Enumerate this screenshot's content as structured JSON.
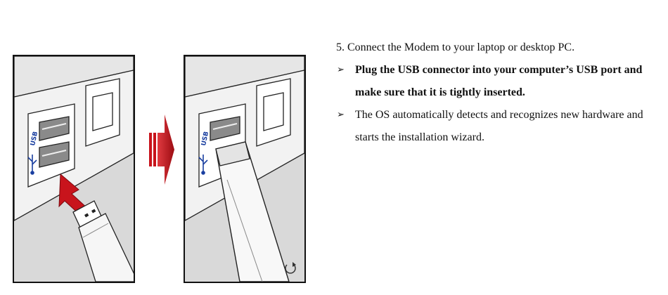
{
  "instructions": {
    "step_heading": "5. Connect the Modem to your laptop or desktop PC.",
    "bullets": [
      {
        "text": "Plug the USB connector into your computer’s USB port and make sure that it is tightly inserted.",
        "emphasis": true
      },
      {
        "text": "The OS automatically detects and recognizes new hardware and starts the installation wizard.",
        "emphasis": false
      }
    ]
  },
  "figures": {
    "port_label": "USB",
    "before_label": "Modem approaching USB port",
    "after_label": "Modem inserted into USB port"
  },
  "icons": {
    "bullet": "arrowhead-bullet-icon",
    "between_figures": "right-arrow-icon",
    "insert_direction": "insert-arrow-icon",
    "usb_symbol": "usb-trident-icon",
    "rotation": "rotation-icon"
  },
  "colors": {
    "arrow_red": "#c8141c",
    "panel_gray": "#c8c8c8",
    "ink": "#111111"
  }
}
